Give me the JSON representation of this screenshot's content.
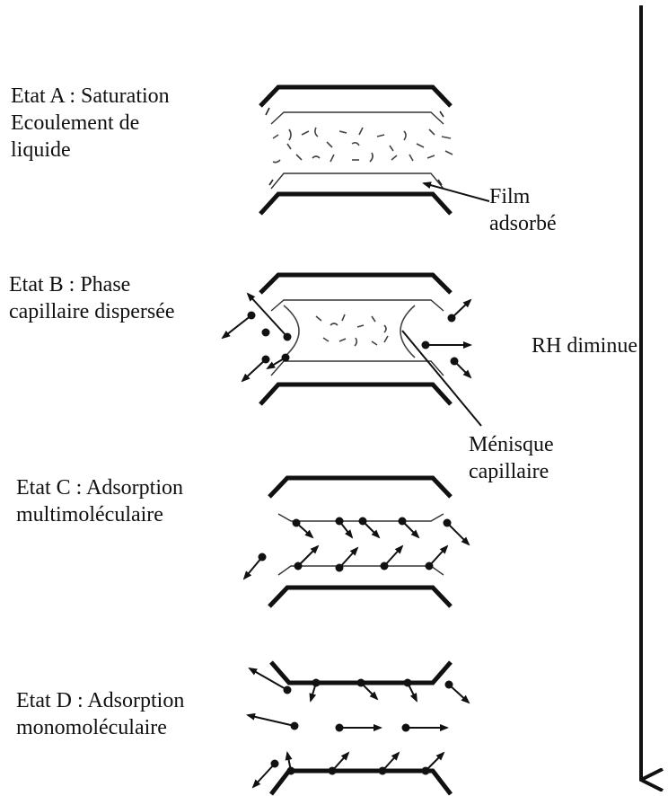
{
  "states": {
    "a": "Etat A : Saturation\nEcoulement de\nliquide",
    "b": "Etat B : Phase\ncapillaire dispersée",
    "c": "Etat C : Adsorption\nmultimoléculaire",
    "d": "Etat D : Adsorption\nmonomoléculaire"
  },
  "annotations": {
    "film": "Film\nadsorbé",
    "menisque": "Ménisque\ncapillaire",
    "rh": "RH diminue"
  },
  "colors": {
    "ink": "#111111",
    "background": "#ffffff"
  }
}
